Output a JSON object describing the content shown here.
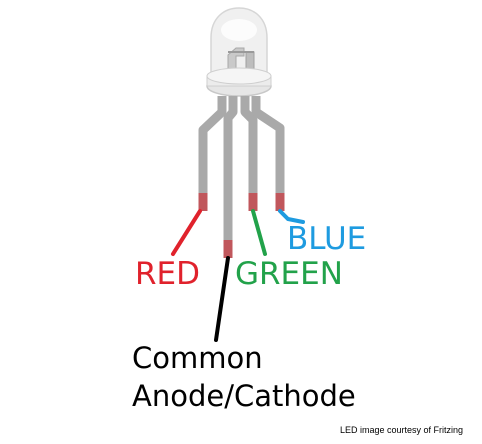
{
  "labels": {
    "red": "RED",
    "green": "GREEN",
    "blue": "BLUE",
    "common_line1": "Common",
    "common_line2": "Anode/Cathode",
    "credit": "LED image courtesy of Fritzing"
  },
  "colors": {
    "red": "#e0222c",
    "green": "#22a24a",
    "blue": "#1e9be0",
    "lead": "#a9a9a9",
    "lead_tip": "#c0575c",
    "wire_common": "#000000"
  }
}
